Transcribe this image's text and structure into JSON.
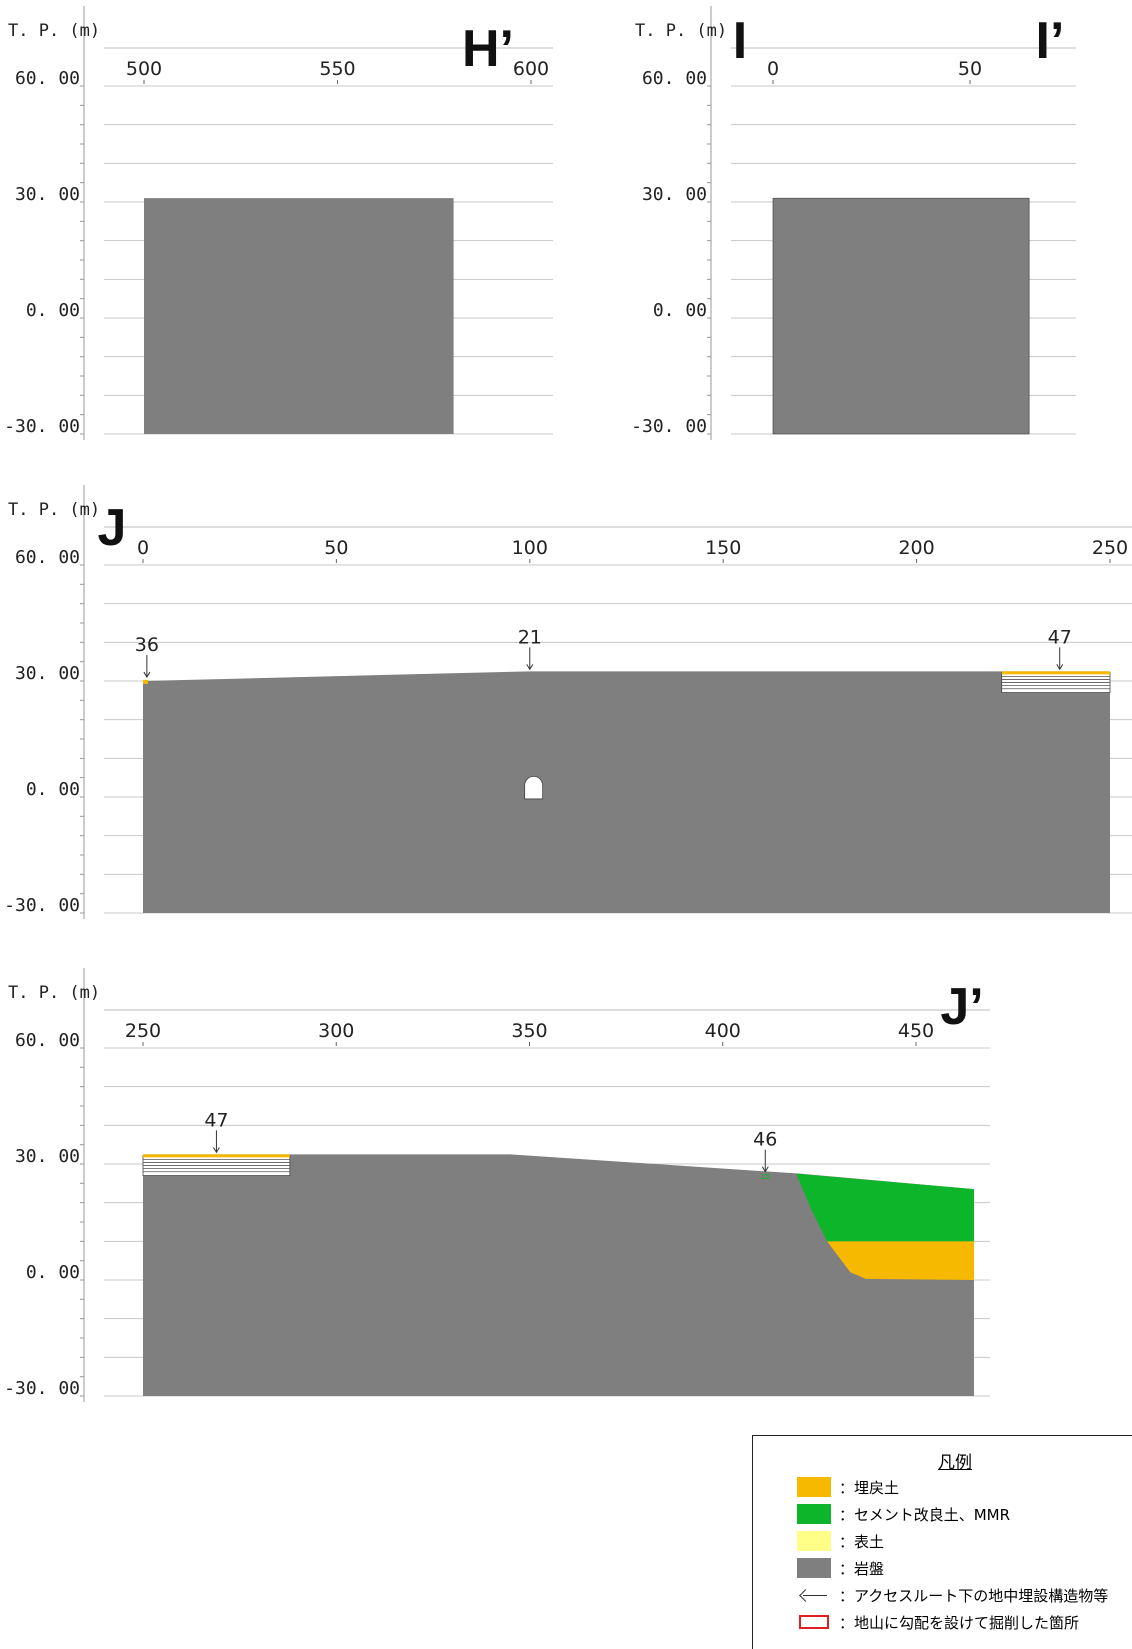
{
  "colors": {
    "backfill": "#f7b800",
    "cement": "#0cb52a",
    "topsoil": "#ffff88",
    "bedrock": "#7f7f7f"
  },
  "panels": [
    {
      "id": "H",
      "axis_label": "T. P. (m)",
      "end_label": "H’",
      "y_ticks": [
        "60. 00",
        "30. 00",
        "0. 00",
        "-30. 00"
      ],
      "x_ticks": [
        "500",
        "550",
        "600"
      ],
      "markers": []
    },
    {
      "id": "I",
      "axis_label": "T. P. (m)",
      "start_label": "I",
      "end_label": "I’",
      "y_ticks": [
        "60. 00",
        "30. 00",
        "0. 00",
        "-30. 00"
      ],
      "x_ticks": [
        "0",
        "50"
      ],
      "markers": []
    },
    {
      "id": "J1",
      "axis_label": "T. P. (m)",
      "start_label": "J",
      "y_ticks": [
        "60. 00",
        "30. 00",
        "0. 00",
        "-30. 00"
      ],
      "x_ticks": [
        "0",
        "50",
        "100",
        "150",
        "200",
        "250"
      ],
      "markers": [
        {
          "label": "36",
          "x": 1,
          "y": 30.5
        },
        {
          "label": "21",
          "x": 100,
          "y": 32.5
        },
        {
          "label": "47",
          "x": 237,
          "y": 32.5
        }
      ]
    },
    {
      "id": "J2",
      "axis_label": "T. P. (m)",
      "end_label": "J’",
      "y_ticks": [
        "60. 00",
        "30. 00",
        "0. 00",
        "-30. 00"
      ],
      "x_ticks": [
        "250",
        "300",
        "350",
        "400",
        "450"
      ],
      "markers": [
        {
          "label": "47",
          "x": 269,
          "y": 32.5
        },
        {
          "label": "46",
          "x": 411,
          "y": 27.5
        }
      ]
    }
  ],
  "legend": {
    "title": "凡例",
    "items": [
      {
        "swatch": "backfill",
        "label": "：埋戻土"
      },
      {
        "swatch": "cement",
        "label": "：セメント改良土、MMR"
      },
      {
        "swatch": "topsoil",
        "label": "：表土"
      },
      {
        "swatch": "bedrock",
        "label": "：岩盤"
      },
      {
        "swatch": "arrow",
        "label": "：アクセスルート下の地中埋設構造物等"
      },
      {
        "swatch": "redbox",
        "label": "：地山に勾配を設けて掘削した箇所"
      }
    ]
  }
}
